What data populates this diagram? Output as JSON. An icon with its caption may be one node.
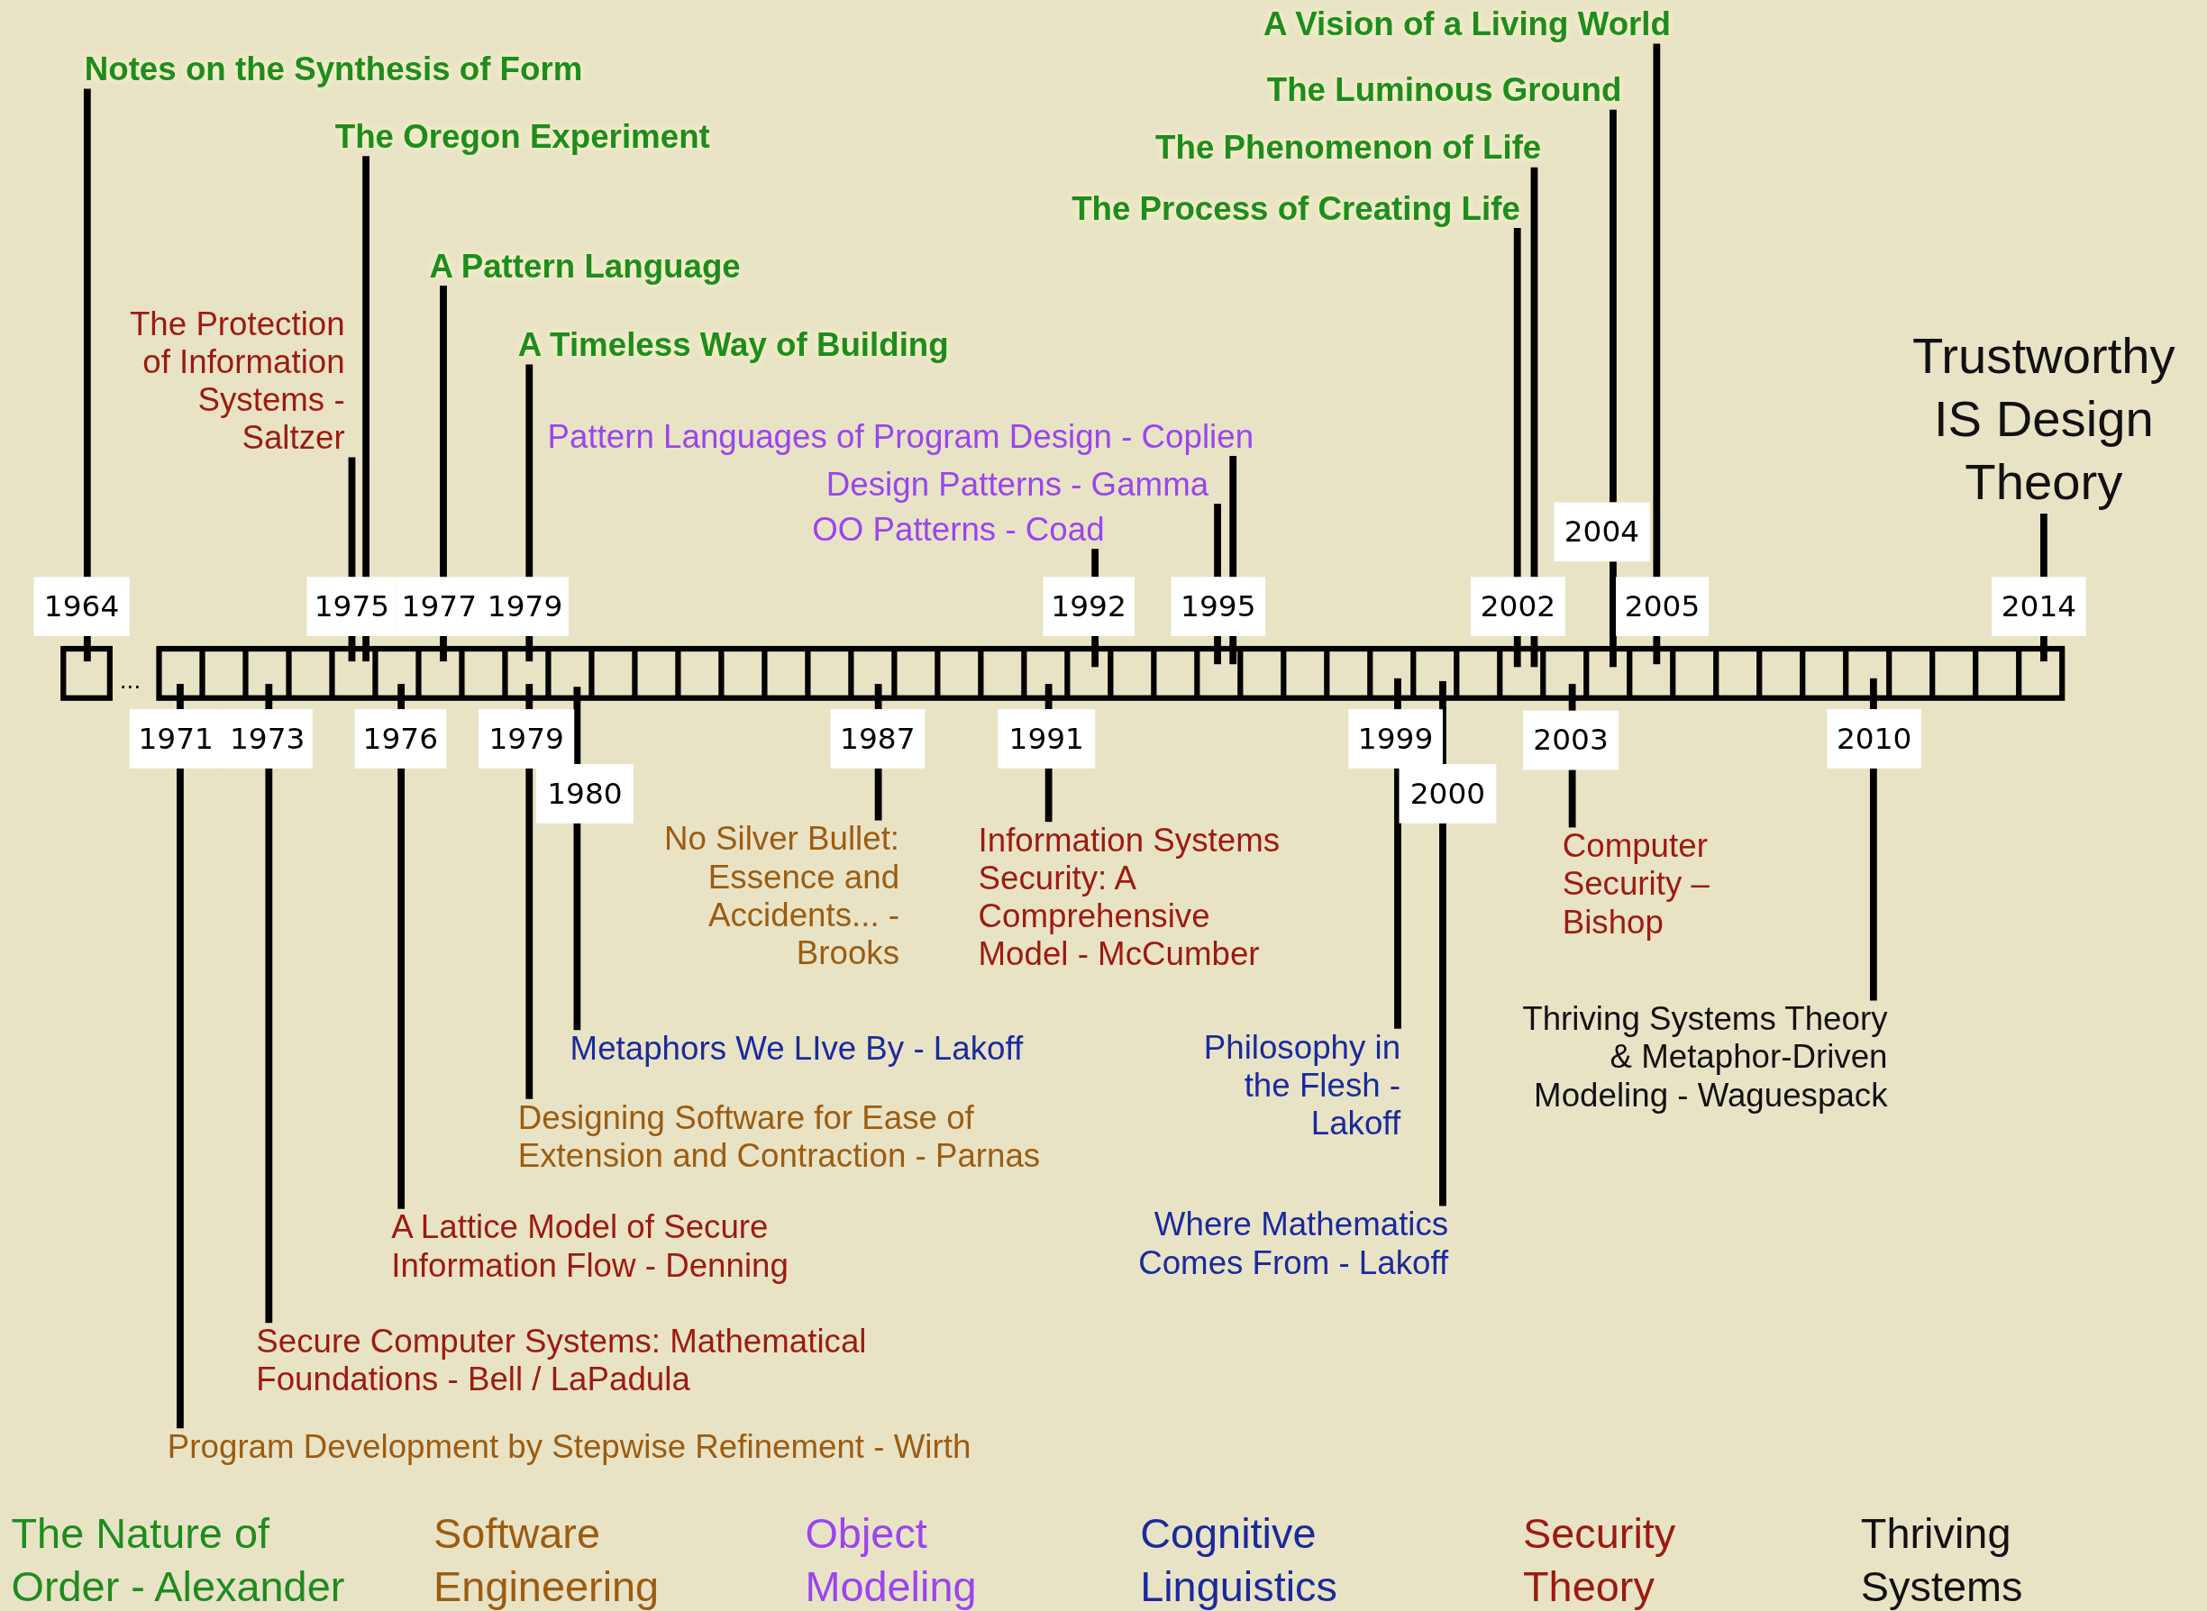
{
  "diagram": {
    "nodes": [
      {
        "text": [
          "A Vision of a Living World"
        ]
      },
      {
        "text": [
          "Notes on the Synthesis of Form"
        ]
      },
      {
        "text": [
          "The Luminous Ground"
        ]
      },
      {
        "text": [
          "The Oregon Experiment"
        ]
      },
      {
        "text": [
          "The Phenomenon of Life"
        ]
      },
      {
        "text": [
          "The Process of Creating Life"
        ]
      },
      {
        "text": [
          "A Pattern Language"
        ]
      },
      {
        "text": [
          "The Protection of Information Systems - Saltzer"
        ]
      },
      {
        "text": [
          "A Timeless Way of Building"
        ]
      },
      {
        "text": [
          "Trustworthy IS Design Theory"
        ]
      },
      {
        "text": [
          "Pattern Languages of Program Design - Coplien"
        ]
      },
      {
        "text": [
          "Design Patterns - Gamma"
        ]
      },
      {
        "text": [
          "OO Patterns - Coad"
        ]
      },
      {
        "text": [
          "2004"
        ]
      },
      {
        "text": [
          "1964"
        ]
      },
      {
        "text": [
          "1975"
        ]
      },
      {
        "text": [
          "1977"
        ]
      },
      {
        "text": [
          "1979"
        ]
      },
      {
        "text": [
          "1992"
        ]
      },
      {
        "text": [
          "1995"
        ]
      },
      {
        "text": [
          "2002"
        ]
      },
      {
        "text": [
          "2005"
        ]
      },
      {
        "text": [
          "2014"
        ]
      },
      {
        "text": [
          "1971"
        ]
      },
      {
        "text": [
          "1973"
        ]
      },
      {
        "text": [
          "1976"
        ]
      },
      {
        "text": [
          "1979"
        ]
      },
      {
        "text": [
          "1987"
        ]
      },
      {
        "text": [
          "1991"
        ]
      },
      {
        "text": [
          "1999"
        ]
      },
      {
        "text": [
          "2003"
        ]
      },
      {
        "text": [
          "2010"
        ]
      },
      {
        "text": [
          "1980"
        ]
      },
      {
        "text": [
          "2000"
        ]
      },
      {
        "text": [
          "No Silver Bullet: Essence and Accidents... - Brooks"
        ]
      },
      {
        "text": [
          "Information Systems Security: A Comprehensive Model - McCumber"
        ]
      },
      {
        "text": [
          "Computer Security – Bishop"
        ]
      },
      {
        "text": [
          "Thriving Systems Theory & Metaphor-Driven Modeling - Waguespack"
        ]
      },
      {
        "text": [
          "Philosophy in the Flesh - Lakoff"
        ]
      },
      {
        "text": [
          "Metaphors We LIve By - Lakoff"
        ]
      },
      {
        "text": [
          "Designing Software for Ease of Extension and Contraction - Parnas"
        ]
      },
      {
        "text": [
          "Where Mathematics Comes From - Lakoff"
        ]
      },
      {
        "text": [
          "A Lattice Model of Secure Information Flow - Denning"
        ]
      },
      {
        "text": [
          "Secure Computer Systems: Mathematical Foundations - Bell / LaPadula"
        ]
      },
      {
        "text": [
          "Program Development by Stepwise Refinement - Wirth"
        ]
      }
    ],
    "edges": [
      {
        "from": 14,
        "to": 1,
        "arrow": "none"
      },
      {
        "from": 15,
        "to": 7,
        "arrow": "none"
      },
      {
        "from": 15,
        "to": 3,
        "arrow": "none"
      },
      {
        "from": 16,
        "to": 6,
        "arrow": "none"
      },
      {
        "from": 17,
        "to": 8,
        "arrow": "none"
      },
      {
        "from": 18,
        "to": 12,
        "arrow": "none"
      },
      {
        "from": 19,
        "to": 11,
        "arrow": "none"
      },
      {
        "from": 19,
        "to": 10,
        "arrow": "none"
      },
      {
        "from": 20,
        "to": 5,
        "arrow": "none"
      },
      {
        "from": 20,
        "to": 4,
        "arrow": "none"
      },
      {
        "from": 13,
        "to": 2,
        "arrow": "none"
      },
      {
        "from": 21,
        "to": 0,
        "arrow": "none"
      },
      {
        "from": 22,
        "to": 9,
        "arrow": "none"
      },
      {
        "from": 23,
        "to": 44,
        "arrow": "none"
      },
      {
        "from": 24,
        "to": 43,
        "arrow": "none"
      },
      {
        "from": 25,
        "to": 42,
        "arrow": "none"
      },
      {
        "from": 26,
        "to": 40,
        "arrow": "none"
      },
      {
        "from": 32,
        "to": 39,
        "arrow": "none"
      },
      {
        "from": 27,
        "to": 34,
        "arrow": "none"
      },
      {
        "from": 28,
        "to": 35,
        "arrow": "none"
      },
      {
        "from": 29,
        "to": 38,
        "arrow": "none"
      },
      {
        "from": 33,
        "to": 41,
        "arrow": "none"
      },
      {
        "from": 30,
        "to": 36,
        "arrow": "none"
      },
      {
        "from": 31,
        "to": 37,
        "arrow": "none"
      }
    ],
    "labels": [
      "..."
    ],
    "legend": [
      {
        "text": "The Nature of Order - Alexander",
        "color": "#1e8c1e"
      },
      {
        "text": "Software Engineering",
        "color": "#9c5c10"
      },
      {
        "text": "Object Modeling",
        "color": "#9a45ee"
      },
      {
        "text": "Cognitive Linguistics",
        "color": "#1a2a9c"
      },
      {
        "text": "Security Theory",
        "color": "#9c1a10"
      },
      {
        "text": "Thriving Systems",
        "color": "#111111"
      }
    ]
  }
}
